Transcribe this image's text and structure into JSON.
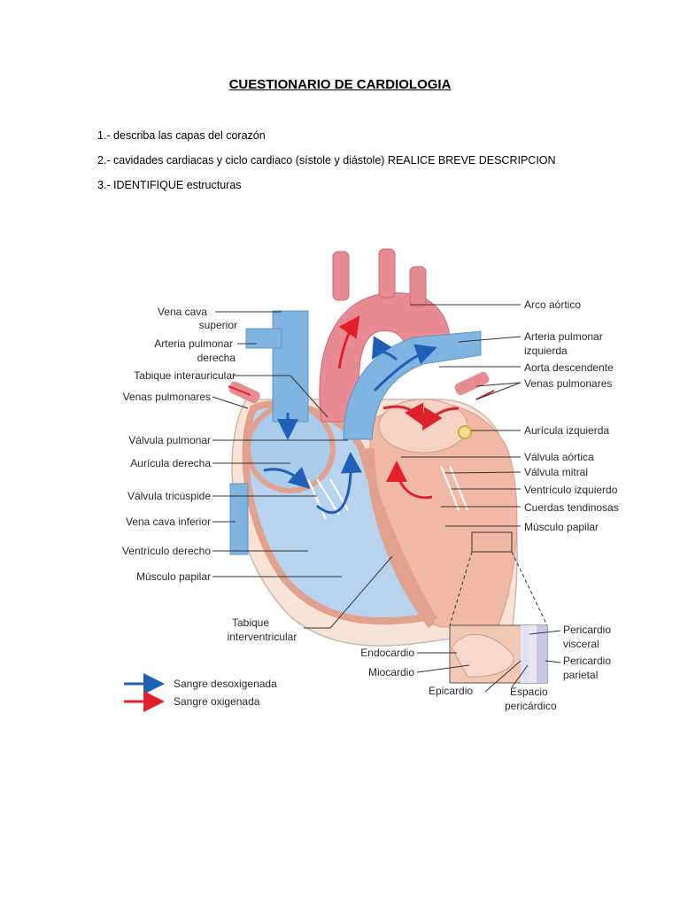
{
  "document": {
    "title": "CUESTIONARIO DE CARDIOLOGIA",
    "questions": [
      "1.- describa las capas del corazón",
      "2.- cavidades cardiacas y ciclo cardiaco (sístole y diástole) REALICE BREVE DESCRIPCION",
      "3.- IDENTIFIQUE  estructuras"
    ]
  },
  "figure": {
    "colors": {
      "deoxygenated": "#1f5fb5",
      "oxygenated": "#e0202a",
      "vessel_blue": "#7fb3e0",
      "vessel_red": "#e98b93",
      "muscle": "#f0b9a6"
    },
    "labels_left": {
      "vena_cava_sup_1": "Vena cava",
      "vena_cava_sup_2": "superior",
      "arteria_pulm_der_1": "Arteria pulmonar",
      "arteria_pulm_der_2": "derecha",
      "tabique_interauricular": "Tabique interauricular",
      "venas_pulmonares": "Venas pulmonares",
      "valvula_pulmonar": "Válvula pulmonar",
      "auricula_derecha": "Aurícula derecha",
      "valvula_tricuspide": "Válvula tricúspide",
      "vena_cava_inf": "Vena cava inferior",
      "ventriculo_derecho": "Ventrículo derecho",
      "musculo_papilar": "Músculo papilar",
      "tabique_interv_1": "Tabique",
      "tabique_interv_2": "interventricular"
    },
    "labels_right": {
      "arco_aortico": "Arco aórtico",
      "arteria_pulm_izq_1": "Arteria pulmonar",
      "arteria_pulm_izq_2": "izquierda",
      "aorta_descendente": "Aorta descendente",
      "venas_pulmonares": "Venas pulmonares",
      "auricula_izquierda": "Aurícula izquierda",
      "valvula_aortica": "Válvula aórtica",
      "valvula_mitral": "Válvula mitral",
      "ventriculo_izquierdo": "Ventrículo izquierdo",
      "cuerdas_tendinosas": "Cuerdas tendinosas",
      "musculo_papilar": "Músculo papilar"
    },
    "inset_labels": {
      "endocardio": "Endocardio",
      "miocardio": "Miocardio",
      "epicardio": "Epicardio",
      "espacio_1": "Espacio",
      "espacio_2": "pericárdico",
      "pericardio_visceral_1": "Pericardio",
      "pericardio_visceral_2": "visceral",
      "pericardio_parietal_1": "Pericardio",
      "pericardio_parietal_2": "parietal"
    },
    "legend": {
      "deoxygenated": "Sangre desoxigenada",
      "oxygenated": "Sangre oxigenada"
    }
  }
}
